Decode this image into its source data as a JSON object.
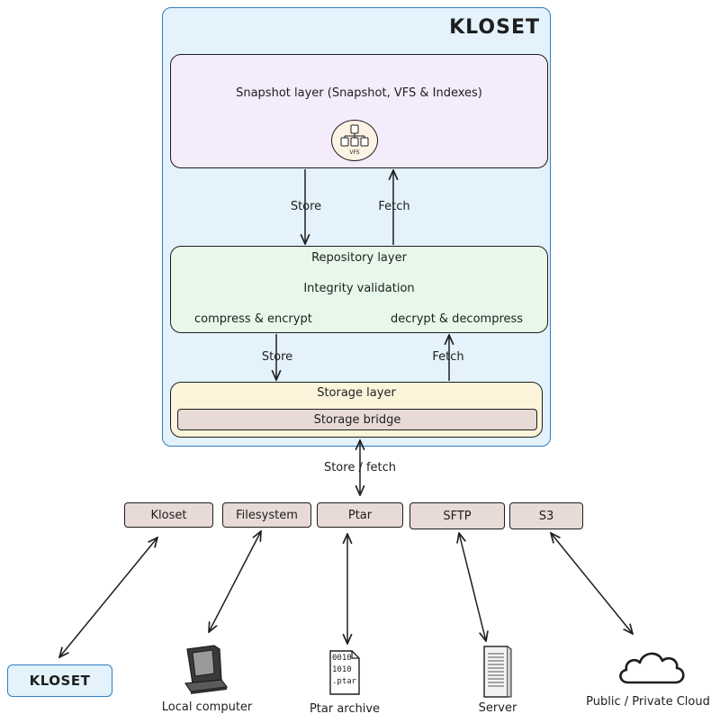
{
  "kloset": {
    "title": "KLOSET"
  },
  "snapshot_layer": {
    "label": "Snapshot layer (Snapshot, VFS & Indexes)",
    "vfs_icon": {
      "icon": "vfs-tree-icon",
      "label": "VFS"
    }
  },
  "snapshot_repo_links": {
    "store_label": "Store",
    "fetch_label": "Fetch"
  },
  "repository_layer": {
    "label": "Repository layer",
    "validation_label": "Integrity validation",
    "store_side_label": "compress & encrypt",
    "fetch_side_label": "decrypt & decompress"
  },
  "repo_storage_links": {
    "store_label": "Store",
    "fetch_label": "Fetch"
  },
  "storage_layer": {
    "label": "Storage layer",
    "bridge_label": "Storage bridge"
  },
  "bridge_link": {
    "label": "Store / fetch"
  },
  "backends": [
    {
      "label": "Kloset"
    },
    {
      "label": "Filesystem"
    },
    {
      "label": "Ptar"
    },
    {
      "label": "SFTP"
    },
    {
      "label": "S3"
    }
  ],
  "targets": {
    "kloset": {
      "label": "KLOSET"
    },
    "local_computer": {
      "label": "Local computer",
      "icon": "computer-icon"
    },
    "ptar_archive": {
      "label": "Ptar archive",
      "icon": "archive-file-icon",
      "file_lines": [
        "0010",
        "1010",
        ".ptar"
      ]
    },
    "server": {
      "label": "Server",
      "icon": "server-icon"
    },
    "cloud": {
      "label": "Public / Private Cloud",
      "icon": "cloud-icon"
    }
  },
  "colors": {
    "kloset_fill": "#e3f2fb",
    "kloset_border": "#2f7fc4",
    "snapshot_fill": "#f4ebfb",
    "repository_fill": "#e7f8ea",
    "storage_fill": "#fcf5dc",
    "bridge_fill": "#e8dad6",
    "vfs_badge_fill": "#fdf3e4",
    "stroke": "#1e1e1e"
  }
}
